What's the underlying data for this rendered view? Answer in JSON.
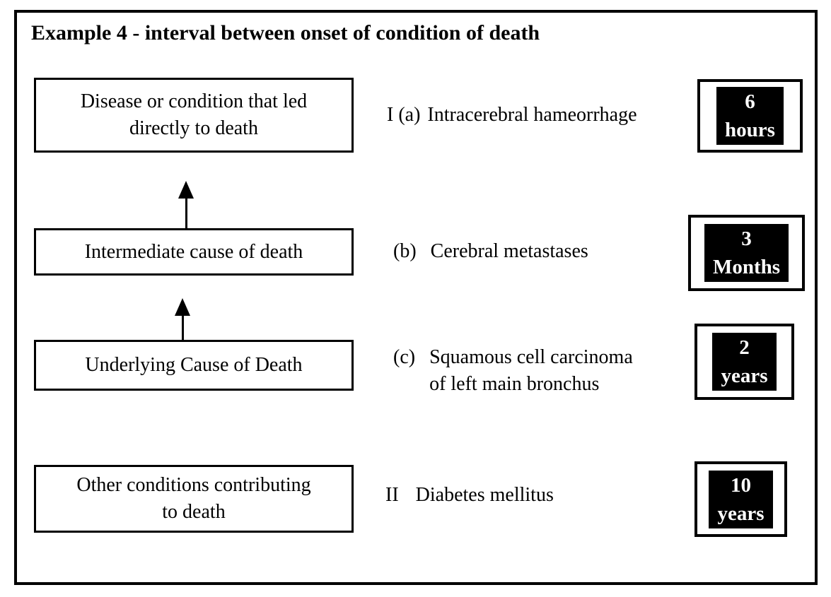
{
  "title": "Example 4 - interval between onset of condition of death",
  "rows": [
    {
      "box_label": "Disease or condition that led\ndirectly to death",
      "prefix": "I (a)",
      "cause": "Intracerebral hameorrhage",
      "interval_value": "6",
      "interval_unit": "hours"
    },
    {
      "box_label": "Intermediate cause of death",
      "prefix": "(b)",
      "cause": "Cerebral metastases",
      "interval_value": "3",
      "interval_unit": "Months"
    },
    {
      "box_label": "Underlying Cause of Death",
      "prefix": "(c)",
      "cause": "Squamous cell carcinoma\nof left main bronchus",
      "interval_value": "2",
      "interval_unit": "years"
    },
    {
      "box_label": "Other conditions contributing\nto death",
      "prefix": "II",
      "cause": "Diabetes mellitus",
      "interval_value": "10",
      "interval_unit": "years"
    }
  ],
  "colors": {
    "background": "#ffffff",
    "border": "#000000",
    "interval_bg": "#000000",
    "interval_text": "#ffffff"
  }
}
